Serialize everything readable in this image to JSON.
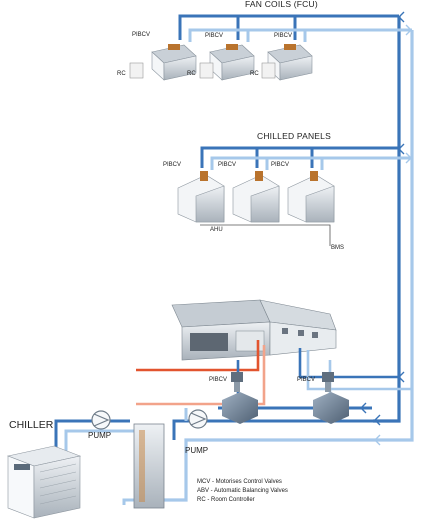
{
  "sections": {
    "fan_coils_title": "FAN COILS (FCU)",
    "chilled_panels_title": "CHILLED PANELS"
  },
  "labels": {
    "pibcv": "PIBCV",
    "rc": "RC",
    "ahu": "AHU",
    "bms": "BMS",
    "chiller": "CHILLER",
    "pump": "PUMP"
  },
  "legend": [
    "MCV - Motorises Control Valves",
    "ABV - Automatic Balancing Valves",
    "RC - Room Controller"
  ],
  "colors": {
    "supply_pipe": "#3a74b8",
    "return_pipe": "#a6c8ea",
    "hot_pipe": "#e2542e",
    "hot_pipe_light": "#f2a38a",
    "valve_body": "#6b7f95"
  }
}
